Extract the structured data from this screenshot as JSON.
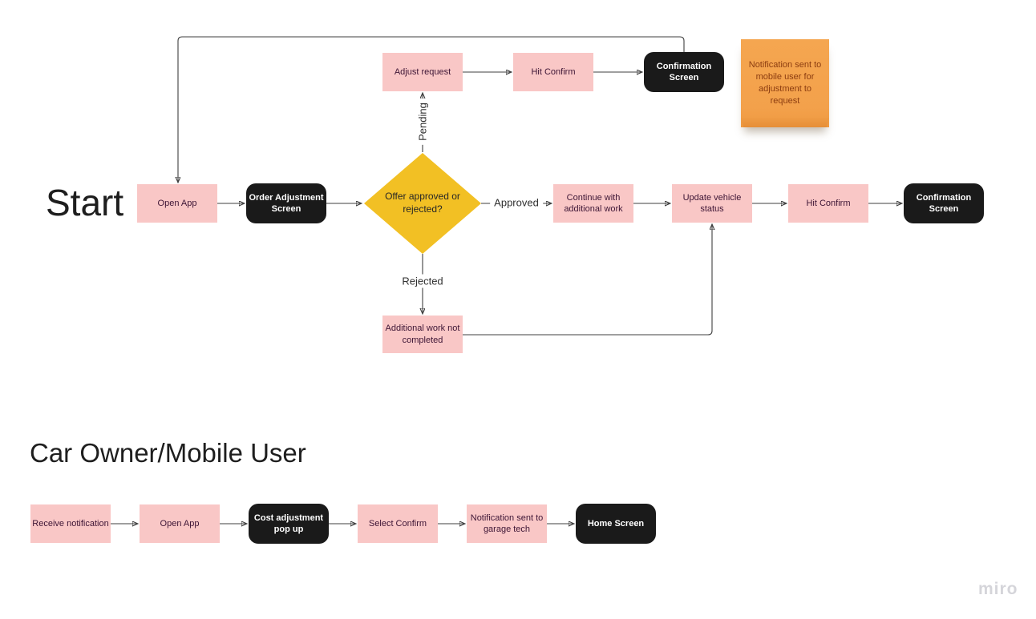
{
  "board": {
    "watermark": "miro"
  },
  "colors": {
    "background": "#ffffff",
    "pink_node": "#f9c7c6",
    "pink_node_text": "#3d1535",
    "black_node": "#1a1a1a",
    "black_node_text": "#ffffff",
    "decision_fill": "#f2c024",
    "decision_text": "#262626",
    "sticky_fill": "#f4a24f",
    "sticky_text": "#8b3c10",
    "connector": "#3f3f3f",
    "watermark_text": "#d5d5da"
  },
  "headings": {
    "start": "Start",
    "car_owner": "Car Owner/Mobile User"
  },
  "garage_flow": {
    "open_app": "Open App",
    "order_adjustment_screen": "Order Adjustment Screen",
    "decision": "Offer approved or rejected?",
    "continue_additional_work": "Continue with additional work",
    "update_vehicle_status": "Update vehicle status",
    "hit_confirm": "Hit Confirm",
    "confirmation_screen": "Confirmation Screen",
    "adjust_request": "Adjust request",
    "hit_confirm_top": "Hit Confirm",
    "confirmation_screen_top": "Confirmation Screen",
    "additional_work_not_completed": "Additional work not completed",
    "labels": {
      "approved": "Approved",
      "pending": "Pending",
      "rejected": "Rejected"
    }
  },
  "sticky_note": {
    "text": "Notification sent to mobile user for adjustment to request"
  },
  "owner_flow": {
    "receive_notification": "Receive notification",
    "open_app": "Open App",
    "cost_adjustment_pop_up": "Cost adjustment pop up",
    "select_confirm": "Select Confirm",
    "notification_sent_to_garage_tech": "Notification sent to garage tech",
    "home_screen": "Home Screen"
  }
}
